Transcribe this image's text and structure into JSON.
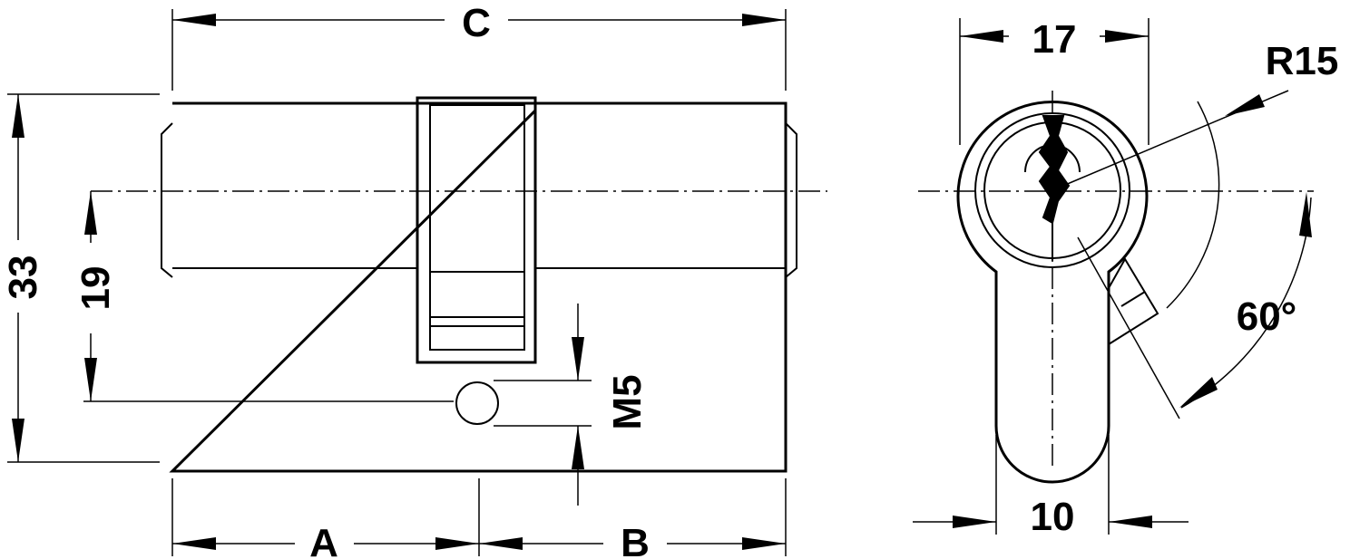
{
  "labels": {
    "C": "C",
    "A": "A",
    "B": "B",
    "h33": "33",
    "h19": "19",
    "m5": "M5",
    "w17": "17",
    "r15": "R15",
    "w10": "10",
    "angle60": "60°"
  }
}
